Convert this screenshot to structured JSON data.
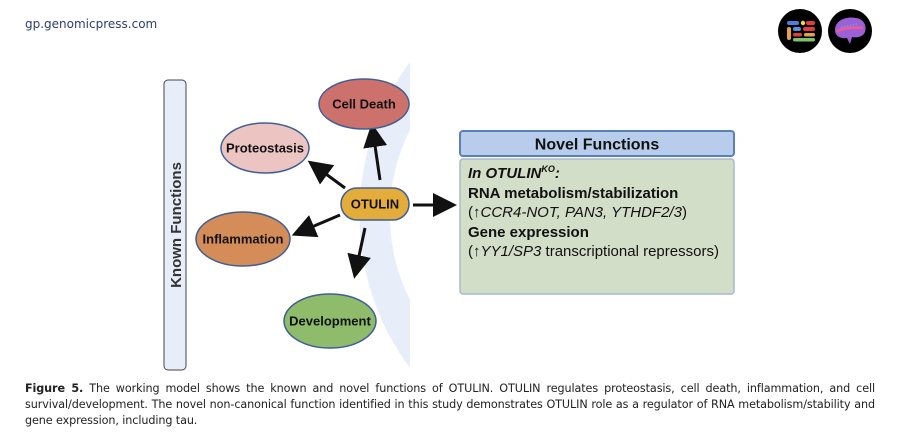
{
  "header": {
    "site_url": "gp.genomicpress.com",
    "logos": [
      "genomic-press-logo-icon",
      "brain-logo-icon"
    ]
  },
  "diagram": {
    "known_label": "Known Functions",
    "center_node": "OTULIN",
    "known_nodes": [
      {
        "label": "Cell Death",
        "color": "#cd716c"
      },
      {
        "label": "Proteostasis",
        "color": "#ecc4c2"
      },
      {
        "label": "Inflammation",
        "color": "#d48c58"
      },
      {
        "label": "Development",
        "color": "#8fbc6a"
      }
    ],
    "center_color": "#e4ac3b",
    "arc_color": "#e8eef9",
    "novel": {
      "title": "Novel Functions",
      "title_bg": "#b8cdeb",
      "body_bg": "#d3dec8",
      "border_color": "#5b7fb7",
      "context_prefix": "In OTULIN",
      "context_sup": "KO",
      "context_suffix": ":",
      "section1_title": "RNA metabolism/stabilization",
      "section1_open": "(",
      "section1_arrow": "↑",
      "section1_genes": "CCR4-NOT, PAN3, YTHDF2/3",
      "section1_close": ")",
      "section2_title": "Gene expression",
      "section2_open": "(",
      "section2_arrow": "↑",
      "section2_genes": "YY1/SP3",
      "section2_rest": " transcriptional repressors)"
    }
  },
  "caption": {
    "label": "Figure 5.",
    "text": " The working model shows the known and novel functions of OTULIN. OTULIN regulates proteostasis, cell death, inflammation, and cell survival/development. The novel non-canonical function identified in this study demonstrates OTULIN role as a regulator of RNA metabolism/stability and gene expression, including tau."
  }
}
